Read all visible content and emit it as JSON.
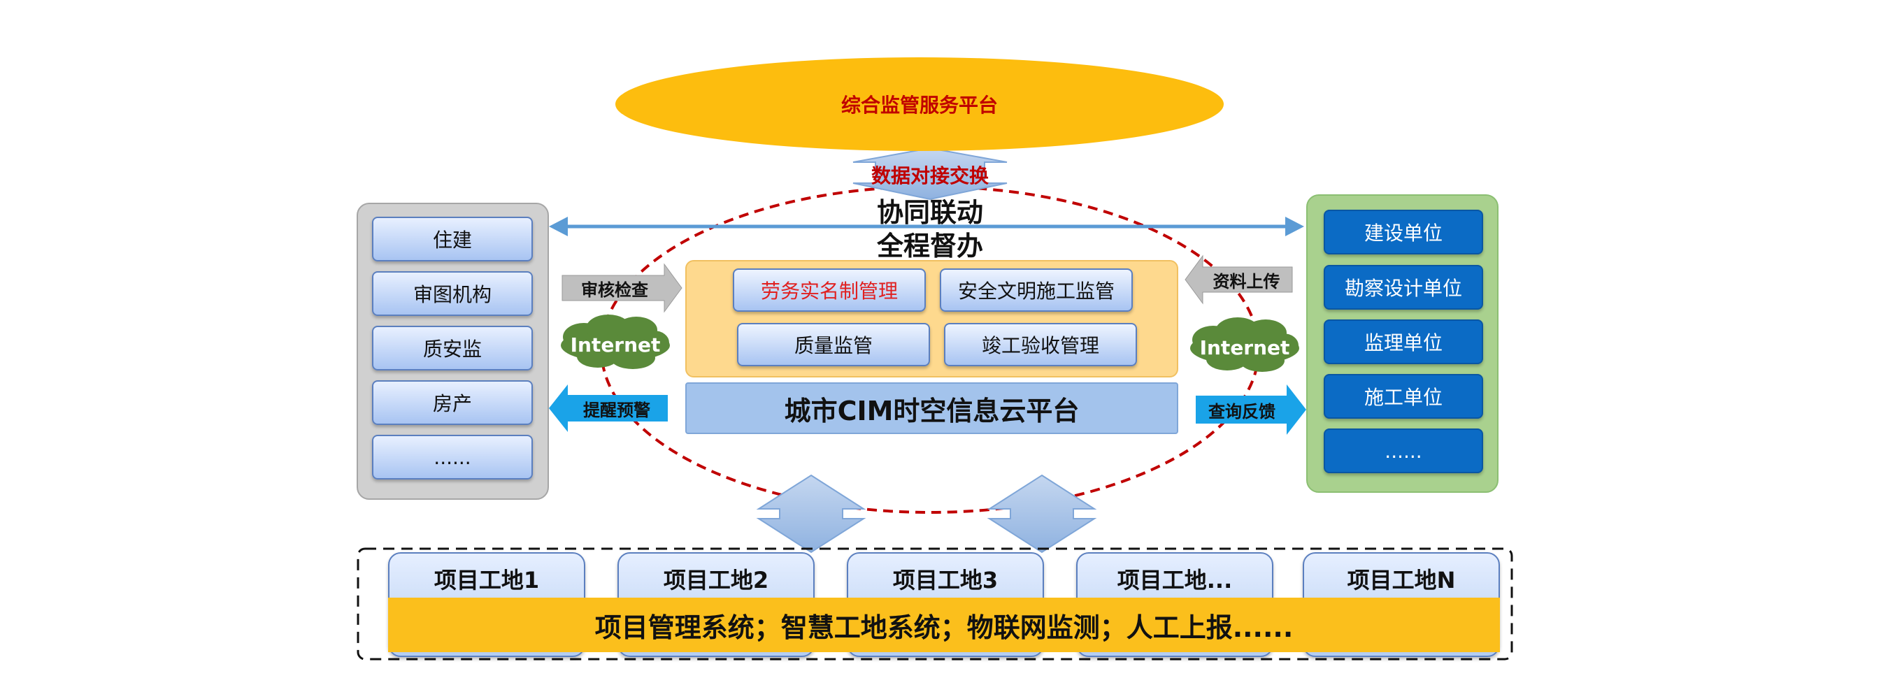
{
  "top_platform": {
    "label": "综合监管服务平台"
  },
  "exchange": {
    "label": "数据对接交换"
  },
  "slogan": {
    "line1": "协同联动",
    "line2": "全程督办"
  },
  "left_panel": {
    "items": [
      "住建",
      "审图机构",
      "质安监",
      "房产",
      "......"
    ]
  },
  "right_panel": {
    "items": [
      "建设单位",
      "勘察设计单位",
      "监理单位",
      "施工单位",
      "......"
    ]
  },
  "core_modules": {
    "labor": "劳务实名制管理",
    "safety": "安全文明施工监管",
    "quality": "质量监管",
    "acceptance": "竣工验收管理"
  },
  "cim_platform": {
    "label": "城市CIM时空信息云平台"
  },
  "arrows": {
    "review": "审核检查",
    "alert": "提醒预警",
    "upload": "资料上传",
    "feedback": "查询反馈"
  },
  "network": {
    "left": "Internet",
    "right": "Internet"
  },
  "sites": {
    "items": [
      "项目工地1",
      "项目工地2",
      "项目工地3",
      "项目工地...",
      "项目工地N"
    ]
  },
  "systems_band": {
    "label": "项目管理系统；智慧工地系统；物联网监测；人工上报......"
  },
  "colors": {
    "platform_yellow": "#fdbd0e",
    "accent_red": "#c00000",
    "link_blue": "#5b9bd5",
    "unit_blue": "#0b6bc5",
    "cloud_green": "#5a8a3a",
    "band_yellow": "#fbbf1c"
  }
}
